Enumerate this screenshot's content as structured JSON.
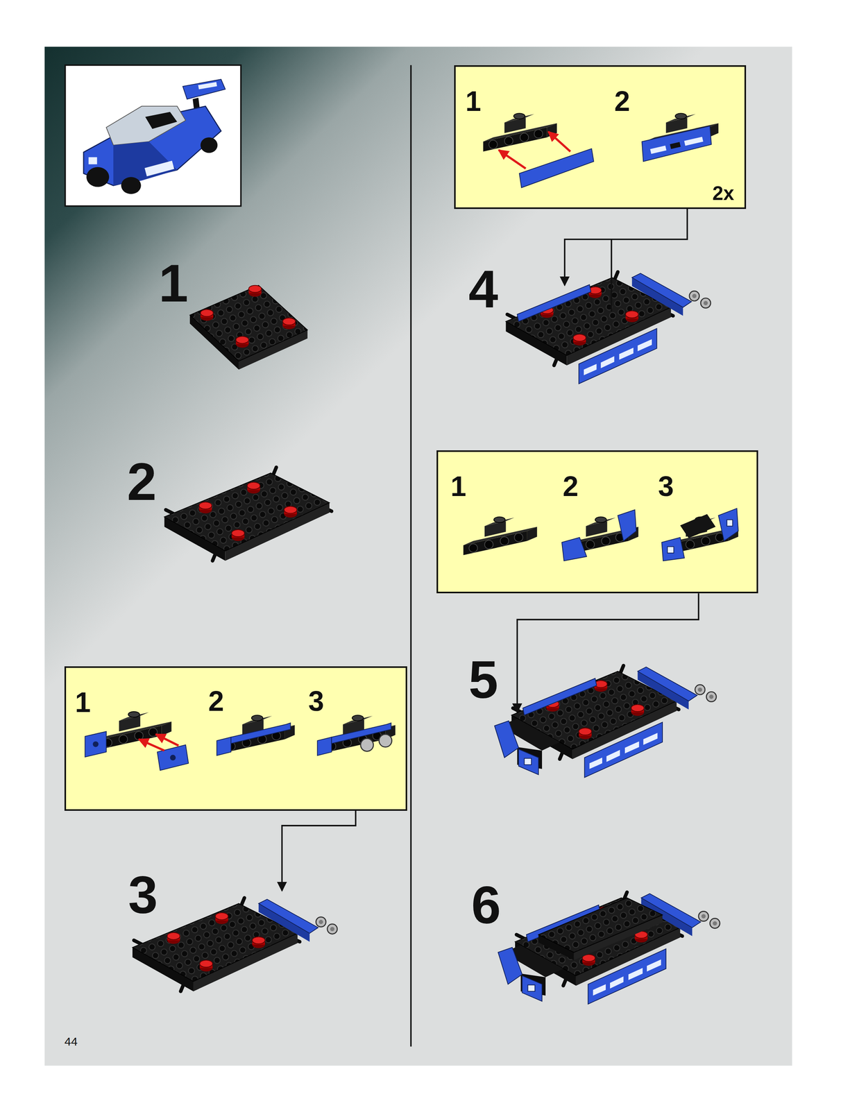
{
  "diagram": {
    "nodes": [
      {
        "text": [
          "1",
          "2",
          "3"
        ]
      },
      {
        "text": [
          "1",
          "2",
          "2x"
        ]
      },
      {
        "text": [
          "1",
          "2",
          "3"
        ]
      }
    ],
    "labels": [
      "1",
      "2",
      "3",
      "4",
      "5",
      "6",
      "44"
    ]
  }
}
